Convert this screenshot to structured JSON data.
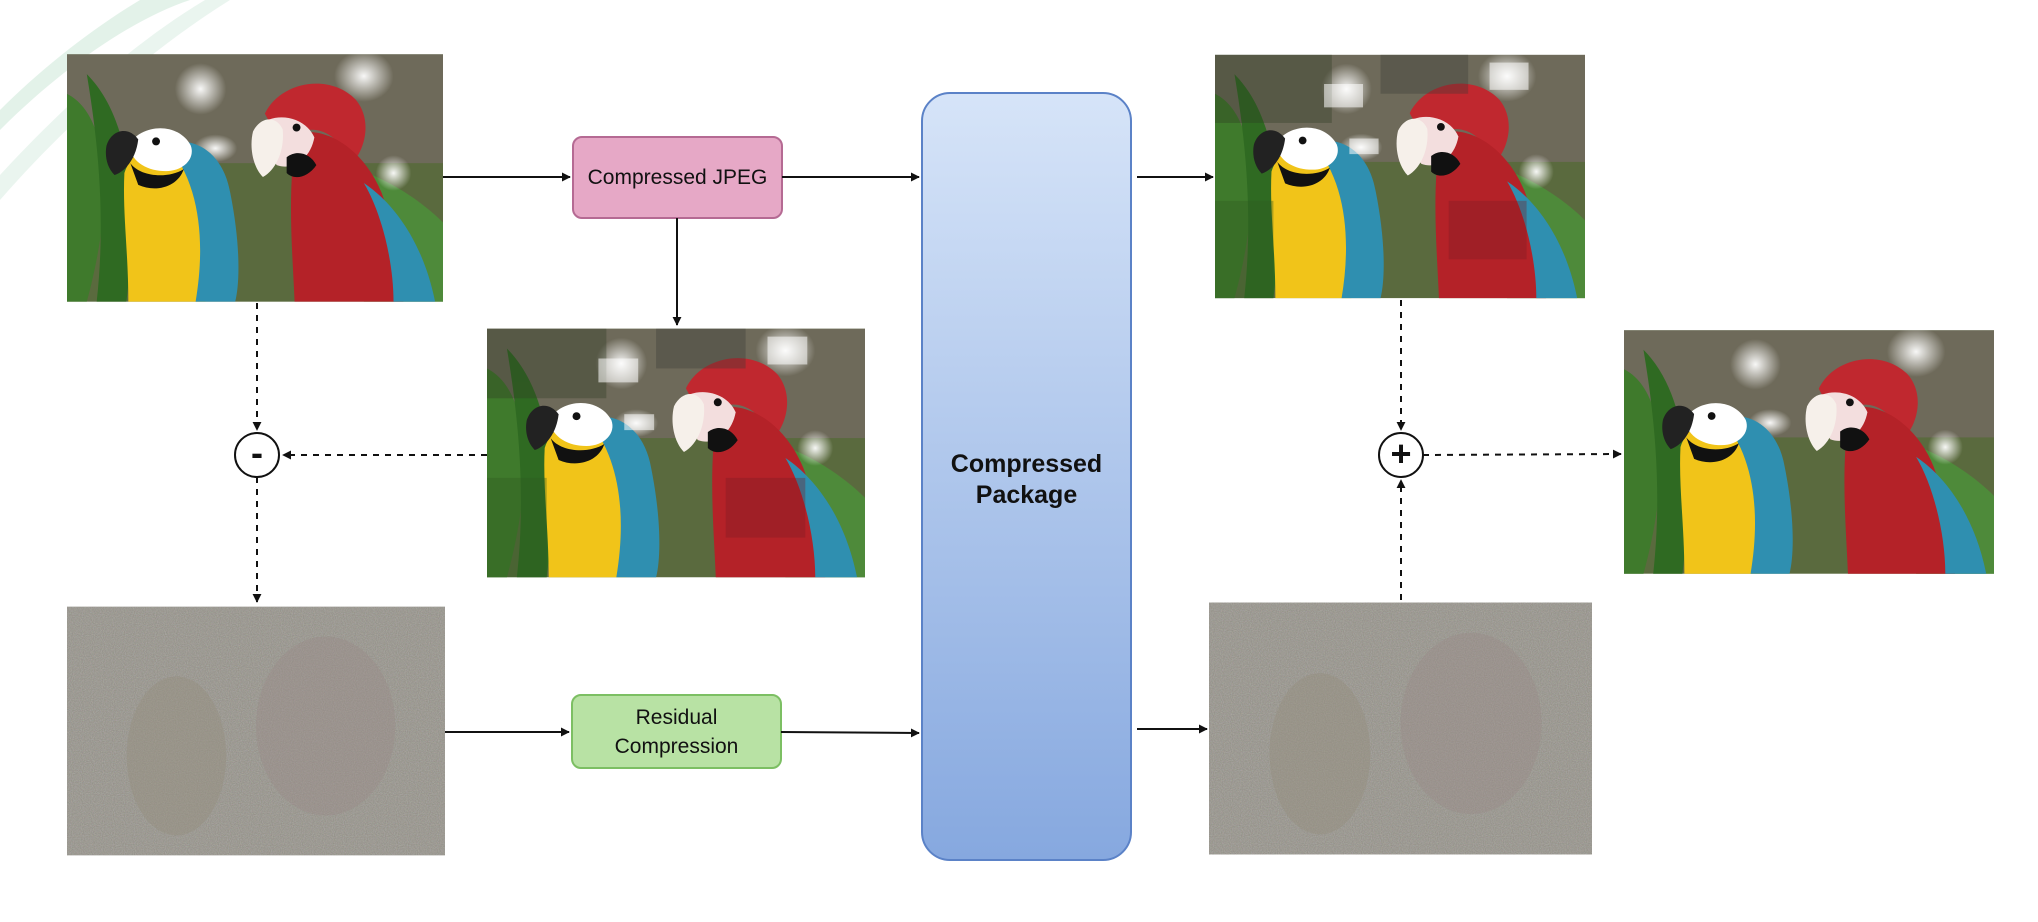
{
  "boxes": {
    "jpeg": {
      "label": "Compressed JPEG",
      "fill": "#e6a8c6",
      "stroke": "#b56a93"
    },
    "residual": {
      "label": "Residual Compression",
      "fill": "#b8e2a4",
      "stroke": "#7cbf63"
    },
    "package": {
      "label": "Compressed Package",
      "fill_top": "#d6e4f8",
      "fill_bottom": "#86a8df",
      "stroke": "#5b82c7"
    }
  },
  "operators": {
    "subtract": "-",
    "add": "+"
  },
  "images": {
    "original": "parrots",
    "jpeg_decoded": "parrots-posterized",
    "residual": "residual-noise",
    "jpeg_received": "parrots-posterized",
    "residual_received": "residual-noise",
    "reconstructed": "parrots"
  },
  "colors": {
    "line": "#111111",
    "decor": "#7fc29a",
    "parrot_red": "#c0282f",
    "parrot_yellow": "#f1c419",
    "parrot_blue": "#2f8fb0",
    "foliage": "#3b7a2a",
    "residual_gray": "#8e8b82"
  }
}
